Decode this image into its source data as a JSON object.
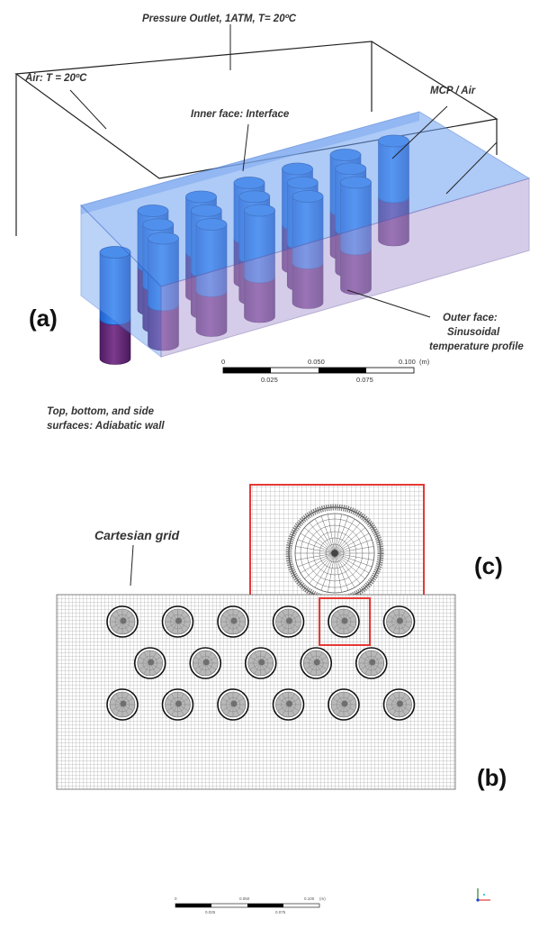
{
  "panel_a": {
    "panel_label": "(a)",
    "labels": {
      "pressure_outlet": "Pressure Outlet, 1ATM, T= 20ºC",
      "air": "Air: T = 20ºC",
      "mcp_air": "MCP / Air",
      "inner_face": "Inner face: Interface",
      "outer_face_line1": "Outer face:",
      "outer_face_line2": "Sinusoidal",
      "outer_face_line3": "temperature profile",
      "walls_line1": "Top, bottom, and side",
      "walls_line2": "surfaces: Adiabatic wall"
    },
    "scale_bar": {
      "top_ticks": [
        "0",
        "0.050",
        "0.100"
      ],
      "bottom_ticks": [
        "0.025",
        "0.075"
      ],
      "unit": "(m)"
    }
  },
  "panel_b": {
    "panel_label": "(b)",
    "grid_label": "Cartesian grid",
    "rows": [
      6,
      5,
      6
    ],
    "highlight": {
      "row": 0,
      "col": 4
    },
    "scale_bar": {
      "top_ticks": [
        "0",
        "0.050",
        "0.100"
      ],
      "bottom_ticks": [
        "0.025",
        "0.075"
      ],
      "unit": "(m)"
    }
  },
  "panel_c": {
    "panel_label": "(c)"
  },
  "colors": {
    "cylinder_top": "#2f7fe8",
    "cylinder_upper": "#2e6fd6",
    "cylinder_lower": "#6a2a7a",
    "box_front": "#b3a3d8",
    "mesh_line": "#8a8a8a",
    "highlight": "#e53935"
  }
}
